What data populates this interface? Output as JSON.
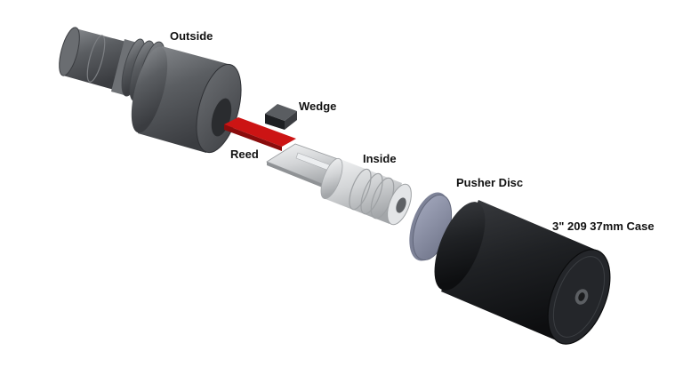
{
  "labels": {
    "outside": "Outside",
    "wedge": "Wedge",
    "reed": "Reed",
    "inside": "Inside",
    "pusher_disc": "Pusher Disc",
    "case": "3\" 209 37mm Case"
  },
  "colors": {
    "background": "#ffffff",
    "outside_part": "#55585c",
    "inside_part": "#d4d6d8",
    "reed": "#cc1414",
    "wedge": "#2b2d30",
    "pusher_disc": "#8a8fa6",
    "case": "#1d1f22",
    "label_text": "#111111"
  }
}
